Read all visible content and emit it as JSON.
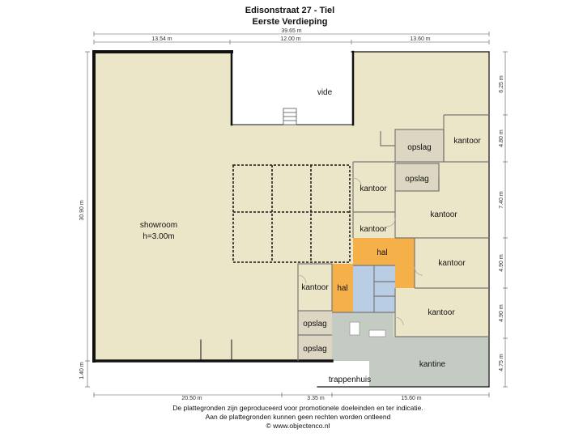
{
  "title_line1": "Edisonstraat 27 - Tiel",
  "title_line2": "Eerste Verdieping",
  "dimensions": {
    "top_total": "39.65 m",
    "top_left": "13.54 m",
    "top_mid": "12.00 m",
    "top_right": "13.60 m",
    "bottom_left": "20.50 m",
    "bottom_mid": "3.35 m",
    "bottom_right": "15.60 m",
    "left_main": "30.90 m",
    "left_small": "1.40 m",
    "right_1": "6.25 m",
    "right_2": "4.80 m",
    "right_3": "7.40 m",
    "right_4": "4.90 m",
    "right_5": "4.90 m",
    "right_6": "4.75 m"
  },
  "rooms": {
    "vide": "vide",
    "showroom": "showroom",
    "showroom_height": "h=3.00m",
    "opslag_top": "opslag",
    "kantoor_top_right": "kantoor",
    "opslag_mid": "opslag",
    "kantoor_a": "kantoor",
    "kantoor_b": "kantoor",
    "kantoor_c": "kantoor",
    "hal_top": "hal",
    "kantoor_d": "kantoor",
    "kantoor_left": "kantoor",
    "hal_left": "hal",
    "kantoor_e": "kantoor",
    "opslag_low1": "opslag",
    "opslag_low2": "opslag",
    "kantine": "kantine",
    "trappenhuis": "trappenhuis"
  },
  "disclaimer": {
    "line1": "De plattegronden zijn geproduceerd voor promotionele doeleinden en ter indicatie.",
    "line2": "Aan de plattegronden kunnen geen rechten worden ontleend",
    "line3": "© www.objectenco.nl"
  },
  "colors": {
    "floor": "#ece6c8",
    "storage": "#ddd6c2",
    "hall": "#f5b04a",
    "sanitary": "#b9cde4",
    "canteen": "#c3cbc2",
    "wall": "#111111"
  }
}
